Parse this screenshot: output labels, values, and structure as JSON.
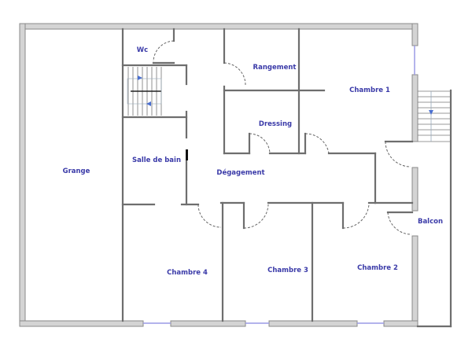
{
  "diagram": {
    "type": "floor-plan",
    "colors": {
      "wall_outer_fill": "#d4d4d4",
      "wall_stroke": "#6e6e6e",
      "label": "#3a3aa8",
      "window": "#9a9ae6",
      "stair_arrow": "#4a6fd0"
    },
    "rooms": [
      {
        "id": "grange",
        "label": "Grange"
      },
      {
        "id": "wc",
        "label": "Wc"
      },
      {
        "id": "rangement",
        "label": "Rangement"
      },
      {
        "id": "chambre1",
        "label": "Chambre 1"
      },
      {
        "id": "dressing",
        "label": "Dressing"
      },
      {
        "id": "salle-de-bain",
        "label": "Salle de bain"
      },
      {
        "id": "degagement",
        "label": "Dégagement"
      },
      {
        "id": "chambre4",
        "label": "Chambre 4"
      },
      {
        "id": "chambre3",
        "label": "Chambre 3"
      },
      {
        "id": "chambre2",
        "label": "Chambre 2"
      },
      {
        "id": "balcon",
        "label": "Balcon"
      }
    ]
  }
}
